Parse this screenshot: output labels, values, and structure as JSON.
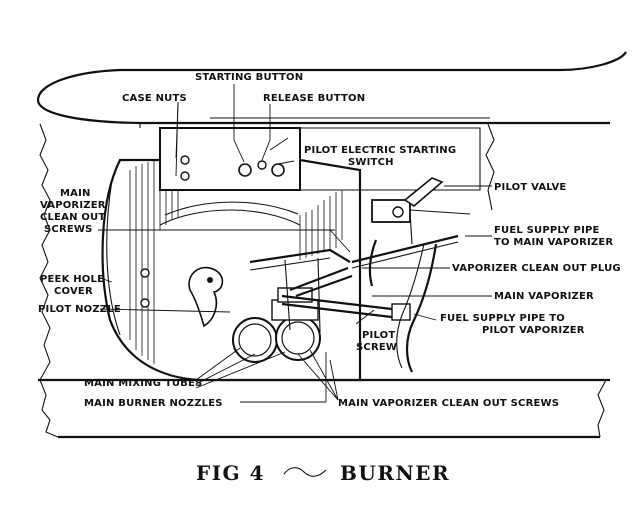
{
  "figure": {
    "caption_fig": "FIG 4",
    "caption_name": "BURNER",
    "labels": {
      "starting_button": "STARTING BUTTON",
      "case_nuts": "CASE NUTS",
      "release_button": "RELEASE BUTTON",
      "pilot_switch_1": "PILOT ELECTRIC STARTING",
      "pilot_switch_2": "SWITCH",
      "main_vap_screws_1": "MAIN",
      "main_vap_screws_2": "VAPORIZER",
      "main_vap_screws_3": "CLEAN OUT",
      "main_vap_screws_4": "SCREWS",
      "pilot_valve": "PILOT VALVE",
      "fuel_main_1": "FUEL SUPPLY PIPE",
      "fuel_main_2": "TO MAIN VAPORIZER",
      "peek_hole_1": "PEEK HOLE",
      "peek_hole_2": "COVER",
      "vap_clean_plug": "VAPORIZER CLEAN OUT PLUG",
      "pilot_nozzle": "PILOT NOZZLE",
      "main_vaporizer": "MAIN VAPORIZER",
      "fuel_pilot_1": "FUEL SUPPLY PIPE TO",
      "fuel_pilot_2": "PILOT VAPORIZER",
      "pilot_screw_1": "PILOT",
      "pilot_screw_2": "SCREW",
      "main_mixing_tubes": "MAIN MIXING TUBES",
      "main_burner_nozzles": "MAIN BURNER NOZZLES",
      "main_vap_cleanout_screws": "MAIN VAPORIZER CLEAN OUT SCREWS"
    }
  }
}
